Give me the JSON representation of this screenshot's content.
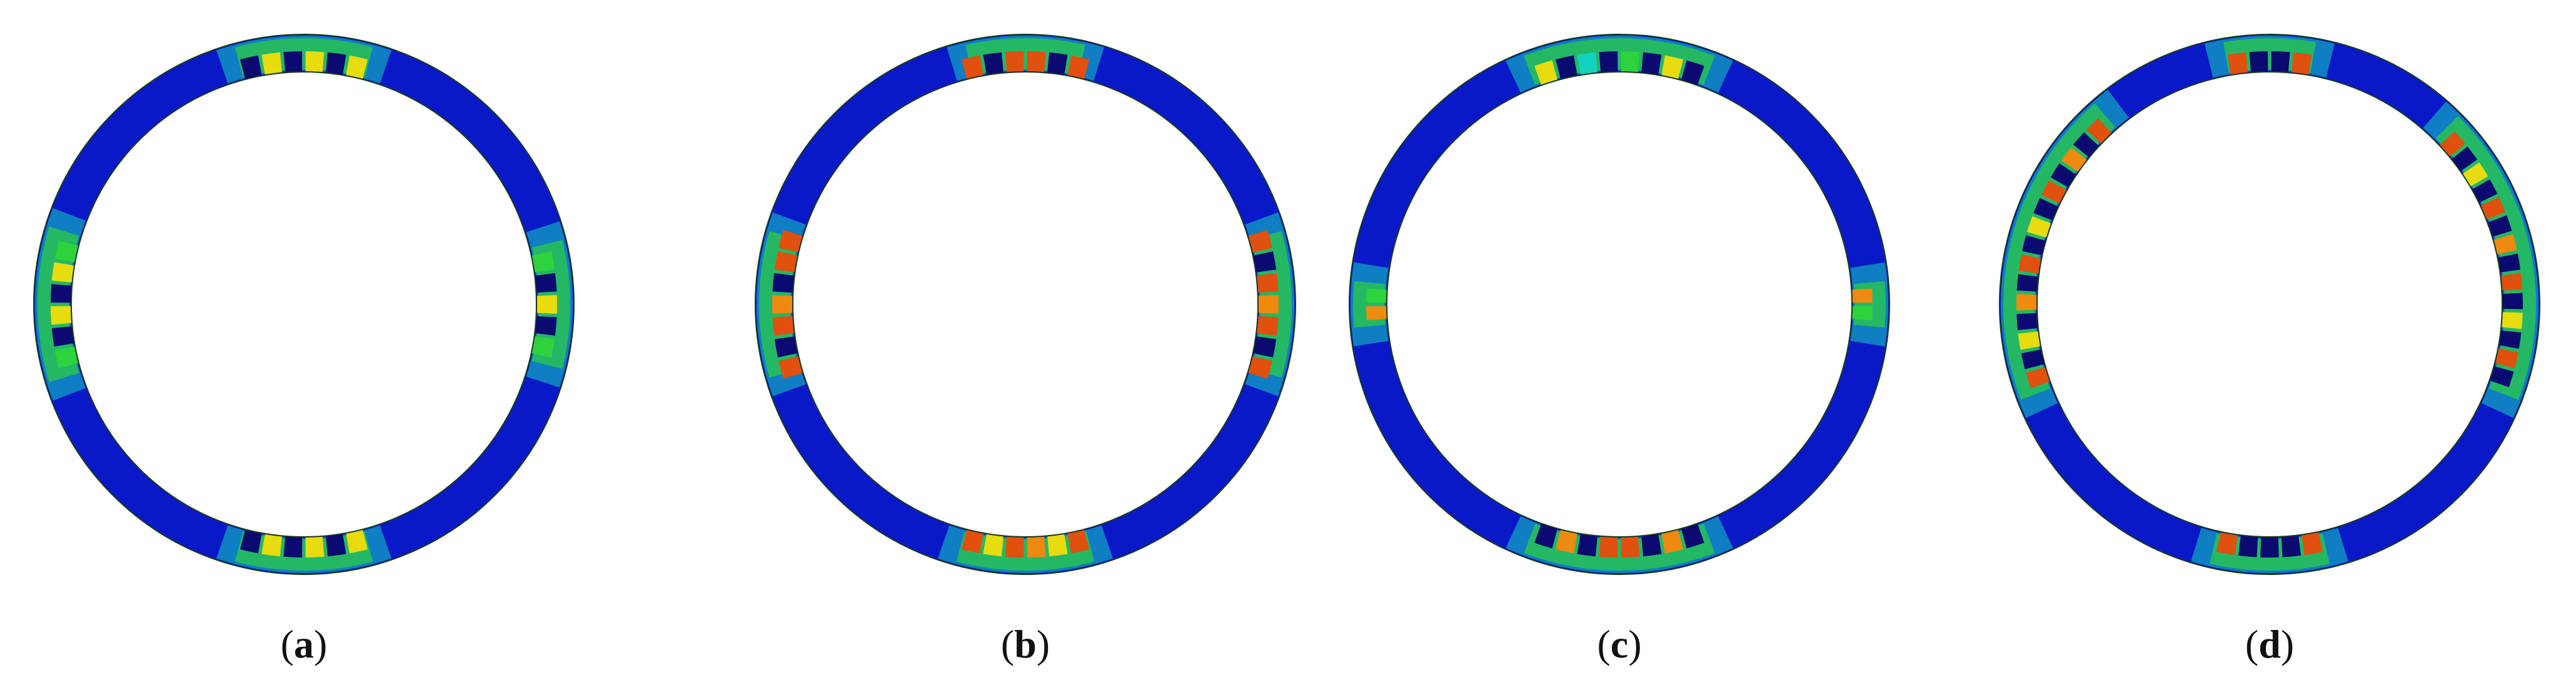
{
  "figure": {
    "panels": [
      {
        "id": "a",
        "label": "a"
      },
      {
        "id": "b",
        "label": "b"
      },
      {
        "id": "c",
        "label": "c"
      },
      {
        "id": "d",
        "label": "d"
      }
    ]
  },
  "colors": {
    "base": "#0a19c8",
    "outline": "#1a3a1a",
    "red": "#e0500f",
    "orange": "#ee8a10",
    "yellow": "#e6dc10",
    "green": "#2ed23c",
    "cyan": "#14d2c0",
    "dark_blue": "#0a0a70"
  }
}
